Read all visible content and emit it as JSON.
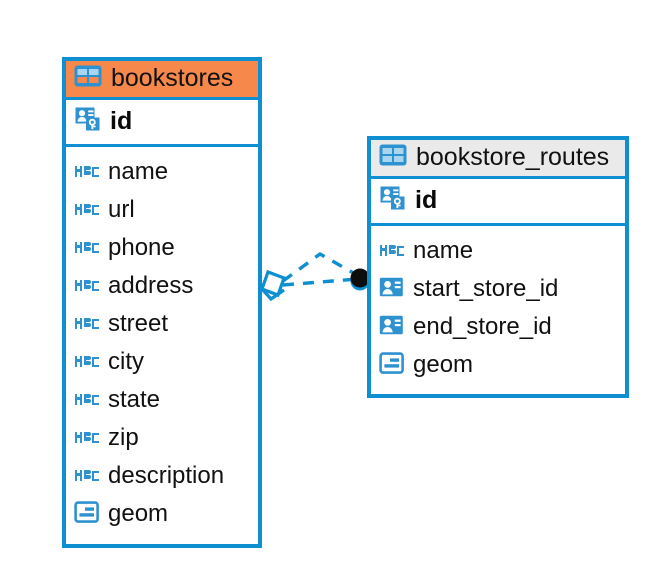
{
  "diagram": {
    "type": "entity-relationship-diagram",
    "background": "#ffffff",
    "colors": {
      "border_blue": "#0d8fd1",
      "header_accent_orange": "#f5884a",
      "header_neutral_gray": "#eaeaea",
      "icon_blue": "#2f92d0",
      "text": "#111111",
      "connector_blue": "#0d8fd1",
      "endpoint_dot": "#0d0d0d"
    },
    "entities": [
      {
        "id": "bookstores",
        "name": "bookstores",
        "header_style": "accent",
        "table_icon": "table-icon",
        "primary_key": {
          "name": "id",
          "icon": "primary-key-icon"
        },
        "fields": [
          {
            "name": "name",
            "icon": "text-abc-icon"
          },
          {
            "name": "url",
            "icon": "text-abc-icon"
          },
          {
            "name": "phone",
            "icon": "text-abc-icon"
          },
          {
            "name": "address",
            "icon": "text-abc-icon"
          },
          {
            "name": "street",
            "icon": "text-abc-icon"
          },
          {
            "name": "city",
            "icon": "text-abc-icon"
          },
          {
            "name": "state",
            "icon": "text-abc-icon"
          },
          {
            "name": "zip",
            "icon": "text-abc-icon"
          },
          {
            "name": "description",
            "icon": "text-abc-icon"
          },
          {
            "name": "geom",
            "icon": "geometry-icon"
          }
        ]
      },
      {
        "id": "bookstore_routes",
        "name": "bookstore_routes",
        "header_style": "neutral",
        "table_icon": "table-icon",
        "primary_key": {
          "name": "id",
          "icon": "primary-key-icon"
        },
        "fields": [
          {
            "name": "name",
            "icon": "text-abc-icon"
          },
          {
            "name": "start_store_id",
            "icon": "foreign-key-icon"
          },
          {
            "name": "end_store_id",
            "icon": "foreign-key-icon"
          },
          {
            "name": "geom",
            "icon": "geometry-icon"
          }
        ]
      }
    ],
    "relationships": [
      {
        "from": "bookstores",
        "to": "bookstore_routes",
        "from_endpoint": "crowsfoot-diamond-marker",
        "to_endpoint": "filled-dot-marker",
        "line_style": "dashed"
      }
    ]
  }
}
